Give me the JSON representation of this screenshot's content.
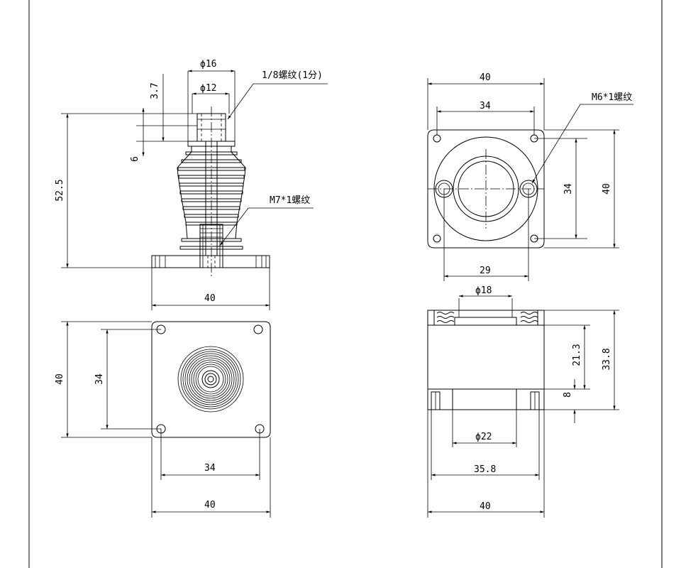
{
  "drawing_title": "",
  "colors": {
    "line": "#000000",
    "background": "#ffffff"
  },
  "views": {
    "front": {
      "dims": {
        "dia_outer": "ϕ16",
        "dia_inner": "ϕ12",
        "thread_pipe": "1/8螺纹(1分)",
        "height_top": "3.7",
        "height_mid": "6",
        "height_total": "52.5",
        "thread_stem": "M7*1螺纹",
        "base_width": "40"
      }
    },
    "bottom": {
      "dims": {
        "height": "40",
        "hole_pitch_v": "34",
        "hole_pitch_h": "34",
        "width": "40"
      }
    },
    "top": {
      "dims": {
        "width": "40",
        "hole_pitch_h": "34",
        "thread_hole": "M6*1螺纹",
        "hole_pitch_v": "34",
        "height": "40",
        "inner_width": "29"
      }
    },
    "side": {
      "dims": {
        "dia_top": "ϕ18",
        "height_a": "21.3",
        "height_total": "33.8",
        "height_b": "8",
        "dia_bottom": "ϕ22",
        "inner_width": "35.8",
        "width": "40"
      }
    }
  }
}
